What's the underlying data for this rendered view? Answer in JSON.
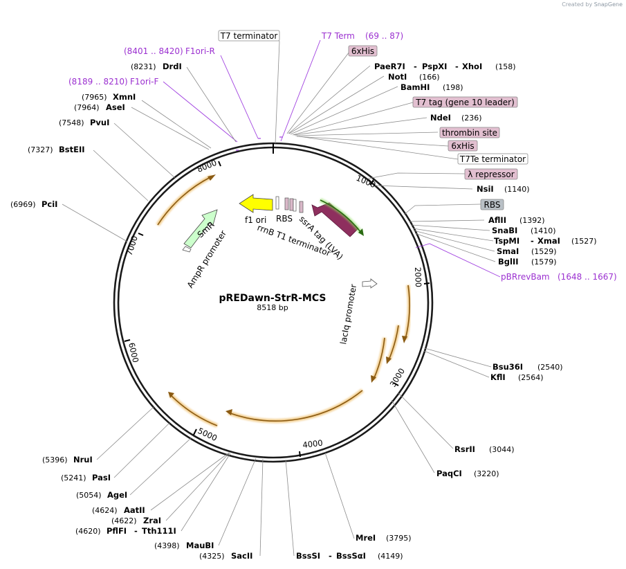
{
  "watermark": {
    "prefix": "Created by",
    "brand": "SnapGene"
  },
  "plasmid": {
    "name": "pREDawn-StrR-MCS",
    "size": "8518 bp"
  },
  "ticks": [
    "1000",
    "2000",
    "3000",
    "4000",
    "5000",
    "6000",
    "7000",
    "8000"
  ],
  "features": [
    "T7 terminator",
    "6xHis",
    "T7 tag (gene 10 leader)",
    "thrombin site",
    "6xHis",
    "T7Te terminator",
    "λ repressor",
    "RBS"
  ],
  "map_labels": [
    "f1 ori",
    "RBS",
    "rrnB T1 terminator",
    "ssrA tag (LVA)",
    "SmR",
    "AmpR promoter",
    "lacIq promoter"
  ],
  "primers": [
    {
      "name": "T7 Term",
      "range": "(69 .. 87)"
    },
    {
      "name": "F1ori-R",
      "range": "(8401 .. 8420)"
    },
    {
      "name": "F1ori-F",
      "range": "(8189 .. 8210)"
    },
    {
      "name": "pBRrevBam",
      "range": "(1648 .. 1667)"
    }
  ],
  "enzymes_right": [
    {
      "name": "PaeR7I",
      "name2": "PspXI",
      "name3": "XhoI",
      "pos": "(158)"
    },
    {
      "name": "NotI",
      "pos": "(166)"
    },
    {
      "name": "BamHI",
      "pos": "(198)"
    },
    {
      "name": "NdeI",
      "pos": "(236)"
    },
    {
      "name": "NsiI",
      "pos": "(1140)"
    },
    {
      "name": "AflII",
      "pos": "(1392)"
    },
    {
      "name": "SnaBI",
      "pos": "(1410)"
    },
    {
      "name": "TspMI",
      "name2": "XmaI",
      "pos": "(1527)"
    },
    {
      "name": "SmaI",
      "pos": "(1529)"
    },
    {
      "name": "BglII",
      "pos": "(1579)"
    },
    {
      "name": "Bsu36I",
      "pos": "(2540)"
    },
    {
      "name": "KflI",
      "pos": "(2564)"
    },
    {
      "name": "RsrII",
      "pos": "(3044)"
    },
    {
      "name": "PaqCI",
      "pos": "(3220)"
    },
    {
      "name": "MreI",
      "pos": "(3795)"
    },
    {
      "name": "BssSI",
      "name2": "BssSαI",
      "pos": "(4149)"
    }
  ],
  "enzymes_left": [
    {
      "name": "DrdI",
      "pos": "(8231)"
    },
    {
      "name": "XmnI",
      "pos": "(7965)"
    },
    {
      "name": "AseI",
      "pos": "(7964)"
    },
    {
      "name": "PvuI",
      "pos": "(7548)"
    },
    {
      "name": "BstEII",
      "pos": "(7327)"
    },
    {
      "name": "PciI",
      "pos": "(6969)"
    },
    {
      "name": "NruI",
      "pos": "(5396)"
    },
    {
      "name": "PasI",
      "pos": "(5241)"
    },
    {
      "name": "AgeI",
      "pos": "(5054)"
    },
    {
      "name": "AatII",
      "pos": "(4624)"
    },
    {
      "name": "ZraI",
      "pos": "(4622)"
    },
    {
      "name": "PflFI",
      "name2": "Tth111I",
      "pos": "(4620)"
    },
    {
      "name": "MauBI",
      "pos": "(4398)"
    },
    {
      "name": "SacII",
      "pos": "(4325)"
    }
  ],
  "colors": {
    "backbone": "#1a1a1a",
    "primer": "#9b30d0",
    "feature_pink": "#e2bfd0",
    "feature_gray": "#b9c0c6",
    "yellow": "#ffff00",
    "green_smr": "#ccffcc",
    "maroon": "#8e2f5e",
    "orf_orange": "#e8a838"
  }
}
